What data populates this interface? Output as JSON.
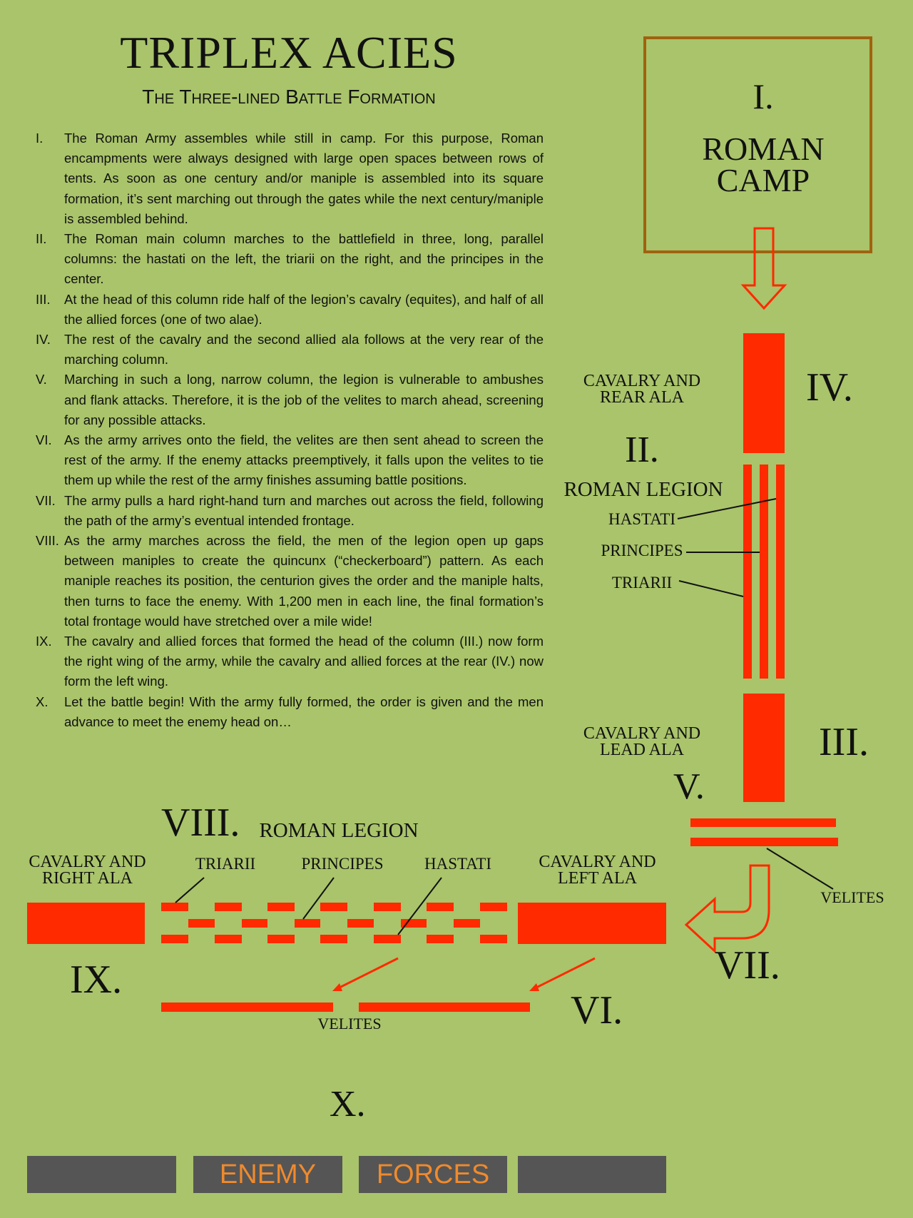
{
  "header": {
    "title": "TRIPLEX ACIES",
    "subtitle": "The Three-lined Battle Formation"
  },
  "steps": [
    {
      "num": "I.",
      "text": "The Roman Army assembles while still in camp. For this purpose, Roman encampments were always designed with large open spaces between rows of tents. As soon as one century and/or maniple is assembled into its square formation, it’s sent marching out through the gates while the next century/maniple is assembled behind."
    },
    {
      "num": "II.",
      "text": "The Roman main column marches to the battlefield in three, long, parallel columns: the hastati on the left, the triarii on the right, and the principes in the center."
    },
    {
      "num": "III.",
      "text": "At the head of this column ride half of the legion’s cavalry (equites), and half of all the allied forces (one of two alae)."
    },
    {
      "num": "IV.",
      "text": "The rest of the cavalry and the second allied ala follows at the very rear of the marching column."
    },
    {
      "num": "V.",
      "text": "Marching in such a long, narrow column, the legion is vulnerable to ambushes and flank attacks. Therefore, it is the job of the velites to march ahead, screening for any possible attacks."
    },
    {
      "num": "VI.",
      "text": "As the army arrives onto the field, the velites are then sent ahead to screen the rest of the army. If the enemy attacks preemptively, it falls upon the velites to tie them up while the rest of the army finishes assuming battle positions."
    },
    {
      "num": "VII.",
      "text": "The army pulls a hard right-hand turn and marches out across the field, following the path of the army’s eventual intended frontage."
    },
    {
      "num": "VIII.",
      "text": "As the army marches across the field, the men of the legion open up gaps between maniples to create the quincunx (“checkerboard”) pattern. As each maniple reaches its position, the centurion gives the order and the maniple halts, then turns to face the enemy. With 1,200 men in each line, the final formation’s total frontage would have stretched over a mile wide!"
    },
    {
      "num": "IX.",
      "text": "The cavalry and allied forces that formed the head of the column (III.) now form the right wing of the army, while the cavalry and allied forces at the rear (IV.) now form the left wing."
    },
    {
      "num": "X.",
      "text": "Let the battle begin! With the army fully formed, the order is given and the men advance to meet the enemy head on…"
    }
  ],
  "camp": {
    "numeral": "I.",
    "label_1": "ROMAN",
    "label_2": "CAMP"
  },
  "column": {
    "rear_numeral": "IV.",
    "rear_label_1": "CAVALRY AND",
    "rear_label_2": "REAR ALA",
    "legion_numeral": "II.",
    "legion_label": "ROMAN LEGION",
    "hastati": "HASTATI",
    "principes": "PRINCIPES",
    "triarii": "TRIARII",
    "lead_numeral": "III.",
    "lead_label_1": "CAVALRY AND",
    "lead_label_2": "LEAD ALA",
    "velites_numeral": "V.",
    "velites_label": "VELITES"
  },
  "formation": {
    "numeral": "VIII.",
    "legion_label": "ROMAN LEGION",
    "right_label_1": "CAVALRY AND",
    "right_label_2": "RIGHT ALA",
    "left_label_1": "CAVALRY AND",
    "left_label_2": "LEFT ALA",
    "triarii": "TRIARII",
    "principes": "PRINCIPES",
    "hastati": "HASTATI",
    "right_numeral": "IX.",
    "turn_numeral": "VII.",
    "velites_numeral": "VI.",
    "velites_label": "VELITES"
  },
  "battle": {
    "numeral": "X.",
    "enemy_1": "ENEMY",
    "enemy_2": "FORCES"
  },
  "colors": {
    "background": "#a9c46a",
    "troops": "#ff2a00",
    "camp_border": "#a0620f",
    "enemy": "#555555",
    "enemy_text": "#f08a2c"
  }
}
